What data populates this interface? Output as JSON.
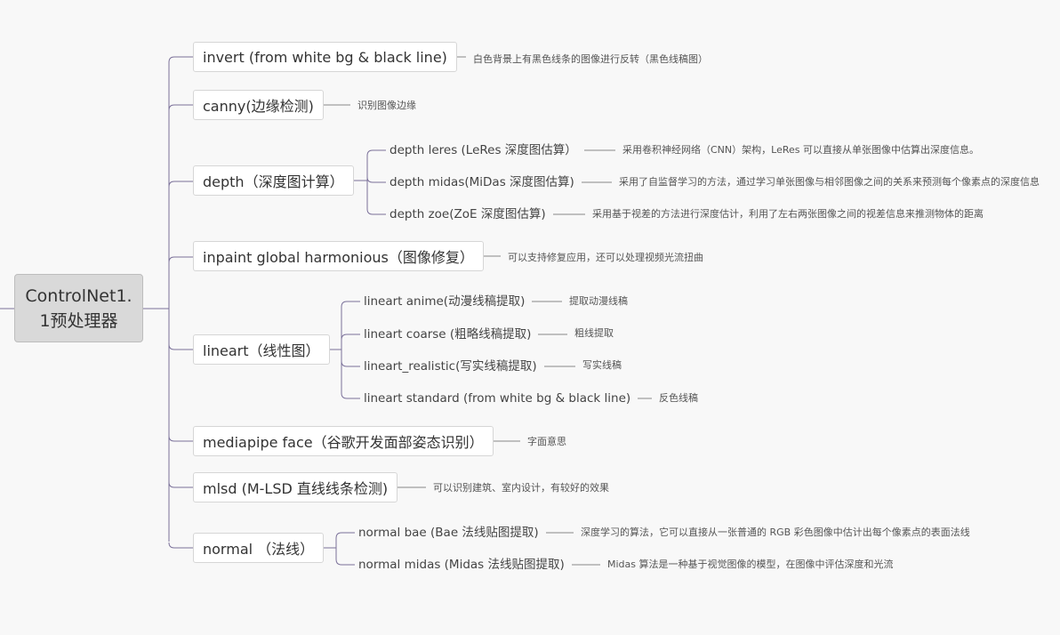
{
  "root": {
    "label_line1": "ControlNet1.",
    "label_line2": "1预处理器"
  },
  "colors": {
    "connector": "#7a7099",
    "root_bg": "#d9d9d9",
    "node_bg": "#ffffff"
  },
  "branches": [
    {
      "label": "invert (from white bg & black line)",
      "note": "白色背景上有黑色线条的图像进行反转（黑色线稿图）"
    },
    {
      "label": "canny(边缘检测)",
      "note": "识别图像边缘"
    },
    {
      "label": "depth（深度图计算）",
      "children": [
        {
          "label": "depth leres (LeRes 深度图估算）",
          "note": "采用卷积神经网络（CNN）架构，LeRes 可以直接从单张图像中估算出深度信息。"
        },
        {
          "label": "depth midas(MiDas 深度图估算)",
          "note": "采用了自监督学习的方法，通过学习单张图像与相邻图像之间的关系来预测每个像素点的深度信息"
        },
        {
          "label": "depth zoe(ZoE 深度图估算)",
          "note": "采用基于视差的方法进行深度估计，利用了左右两张图像之间的视差信息来推测物体的距离"
        }
      ]
    },
    {
      "label": "inpaint global harmonious（图像修复）",
      "note": "可以支持修复应用，还可以处理视频光流扭曲"
    },
    {
      "label": "lineart（线性图）",
      "children": [
        {
          "label": "lineart anime(动漫线稿提取)",
          "note": "提取动漫线稿"
        },
        {
          "label": "lineart coarse (粗略线稿提取)",
          "note": "粗线提取"
        },
        {
          "label": "lineart_realistic(写实线稿提取)",
          "note": "写实线稿"
        },
        {
          "label": "lineart standard (from white bg & black line)",
          "note": "反色线稿"
        }
      ]
    },
    {
      "label": "mediapipe face（谷歌开发面部姿态识别）",
      "note": "字面意思"
    },
    {
      "label": "mlsd (M-LSD 直线线条检测)",
      "note": "可以识别建筑、室内设计，有较好的效果"
    },
    {
      "label": "normal （法线）",
      "children": [
        {
          "label": "normal bae (Bae 法线贴图提取)",
          "note": "深度学习的算法，它可以直接从一张普通的 RGB 彩色图像中估计出每个像素点的表面法线"
        },
        {
          "label": "normal midas (Midas 法线贴图提取)",
          "note": "Midas 算法是一种基于视觉图像的模型，在图像中评估深度和光流"
        }
      ]
    }
  ]
}
